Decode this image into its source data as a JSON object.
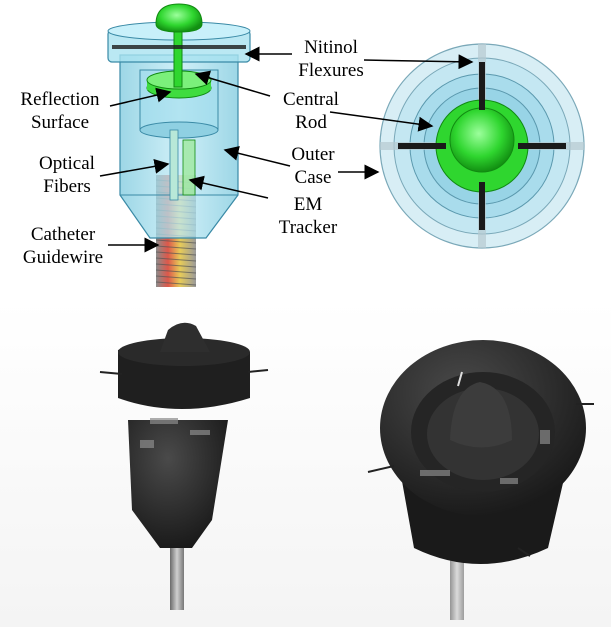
{
  "labels": {
    "nitinol_flexures": [
      "Nitinol",
      "Flexures"
    ],
    "reflection_surface": [
      "Reflection",
      "Surface"
    ],
    "central_rod": [
      "Central",
      "Rod"
    ],
    "optical_fibers": [
      "Optical",
      "Fibers"
    ],
    "outer_case": [
      "Outer",
      "Case"
    ],
    "em_tracker": [
      "EM",
      "Tracker"
    ],
    "catheter_guidewire": [
      "Catheter",
      "Guidewire"
    ]
  },
  "colors": {
    "case_cyan": "#8fd7ea",
    "case_edge": "#3a8aa6",
    "green_cap": "#2fd62f",
    "green_dark": "#118a11",
    "flexure": "#1a1a1a",
    "coil_red": "#d83a2a",
    "coil_yellow": "#e3c23a",
    "photo_device": "#1c1c1c"
  },
  "panels": [
    "schematic-side-view",
    "schematic-top-view",
    "photo-side-view",
    "photo-top-view"
  ]
}
